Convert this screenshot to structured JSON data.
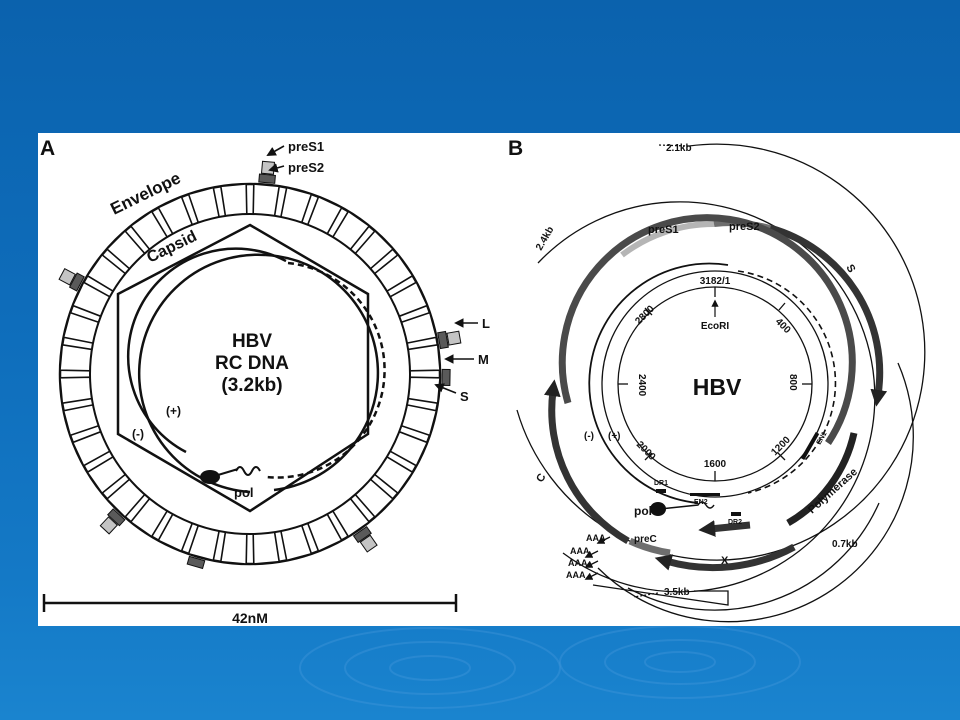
{
  "panel_a": {
    "letter": "A",
    "envelope_label": "Envelope",
    "capsid_label": "Capsid",
    "title_lines": [
      "HBV",
      "RC DNA",
      "(3.2kb)"
    ],
    "plus_strand": "(+)",
    "minus_strand": "(-)",
    "pol_label": "pol",
    "pres1_label": "preS1",
    "pres2_label": "preS2",
    "l_label": "L",
    "m_label": "M",
    "s_label": "S",
    "scale_label": "42nM"
  },
  "panel_b": {
    "letter": "B",
    "center_label": "HBV",
    "ecori_position": "3182/1",
    "ecori_label": "EcoRI",
    "ticks": [
      "400",
      "800",
      "1200",
      "1600",
      "2000",
      "2400",
      "2800"
    ],
    "plus_strand": "(+)",
    "minus_strand": "(-)",
    "pol_label": "pol",
    "dr1_label": "DR1",
    "dr2_label": "DR2",
    "en1_label": "EN1",
    "en2_label": "EN2",
    "pres1_label": "preS1",
    "pres2_label": "preS2",
    "s_label": "S",
    "c_label": "C",
    "prec_label": "preC",
    "x_label": "X",
    "polymerase_label": "Polymerase",
    "transcript_21": "2.1kb",
    "transcript_24": "2.4kb",
    "transcript_07": "0.7kb",
    "transcript_35": "3.5kb",
    "polya": "AAA"
  },
  "colors": {
    "background": "#0e6dbb",
    "figure": "#ffffff",
    "ink": "#111111",
    "dark_gray": "#4a4a4a",
    "mid_gray": "#6e6e6e",
    "light_gray": "#b5b5b5"
  }
}
